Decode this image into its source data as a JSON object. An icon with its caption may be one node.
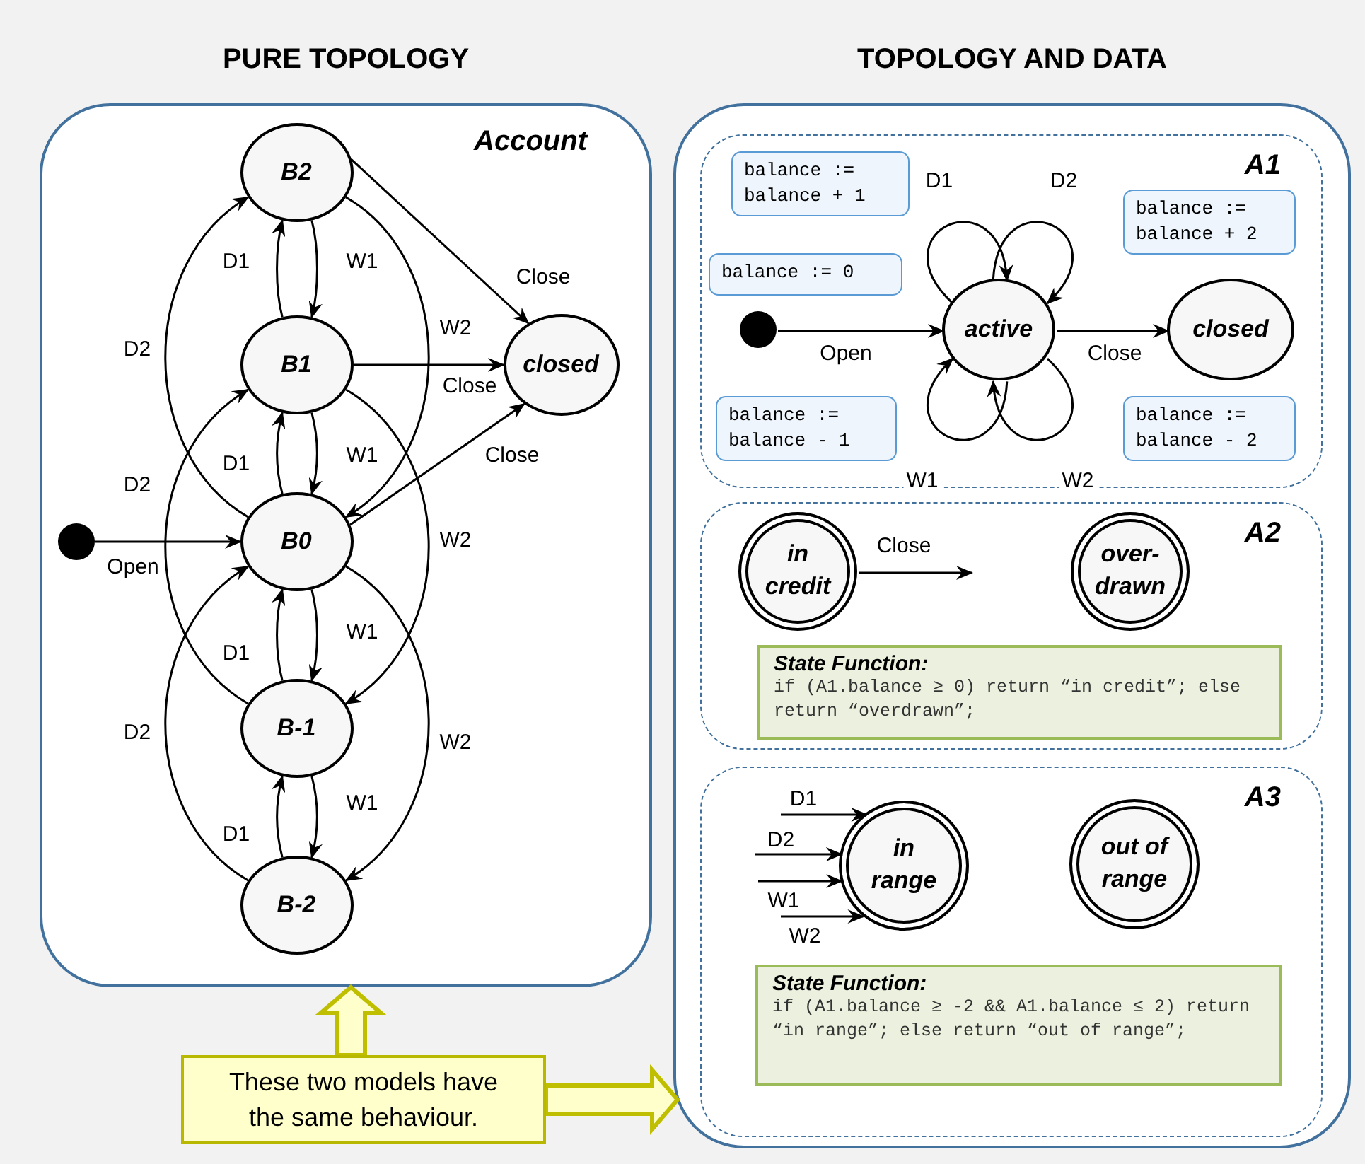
{
  "diagram": {
    "nodes": [
      {
        "text": [
          "PURE TOPOLOGY",
          "Account"
        ]
      },
      {
        "text": [],
        "shape": "circle",
        "in": 0
      },
      {
        "text": [
          "B2"
        ],
        "in": 0
      },
      {
        "text": [
          "B1"
        ],
        "in": 0
      },
      {
        "text": [
          "B0"
        ],
        "in": 0
      },
      {
        "text": [
          "B-1"
        ],
        "in": 0
      },
      {
        "text": [
          "B-2"
        ],
        "in": 0
      },
      {
        "text": [
          "closed"
        ],
        "in": 0
      },
      {
        "text": [
          "TOPOLOGY AND DATA"
        ]
      },
      {
        "text": [
          "A1"
        ],
        "in": 8
      },
      {
        "text": [],
        "shape": "circle",
        "in": 9
      },
      {
        "text": [
          "active"
        ],
        "in": 9
      },
      {
        "text": [
          "closed"
        ],
        "in": 9
      },
      {
        "text": [
          "balance := balance + 1"
        ],
        "in": 9
      },
      {
        "text": [
          "balance := balance + 2"
        ],
        "in": 9
      },
      {
        "text": [
          "balance := 0"
        ],
        "in": 9
      },
      {
        "text": [
          "balance := balance - 1"
        ],
        "in": 9
      },
      {
        "text": [
          "balance := balance - 2"
        ],
        "in": 9
      },
      {
        "text": [
          "A2"
        ],
        "in": 8
      },
      {
        "text": [
          "in credit"
        ],
        "in": 18
      },
      {
        "text": [
          "over- drawn"
        ],
        "in": 18
      },
      {
        "text": [
          "State Function:",
          "if (A1.balance ≥ 0) return “in credit”; else return “overdrawn”;"
        ],
        "in": 18
      },
      {
        "text": [
          "A3"
        ],
        "in": 8
      },
      {
        "text": [
          "in range"
        ],
        "in": 22
      },
      {
        "text": [
          "out of range"
        ],
        "in": 22
      },
      {
        "text": [
          "State Function:",
          "if (A1.balance ≥ -2 && A1.balance ≤ 2) return “in range”; else return “out of range”;"
        ],
        "in": 22
      },
      {
        "text": [
          "These two models have the same behaviour."
        ]
      }
    ],
    "edges": [
      {
        "from": 1,
        "to": 4,
        "arrow": "to",
        "label": "Open"
      },
      {
        "from": 3,
        "to": 2,
        "arrow": "to",
        "label": "D1"
      },
      {
        "from": 2,
        "to": 3,
        "arrow": "to",
        "label": "W1"
      },
      {
        "from": 4,
        "to": 2,
        "arrow": "to",
        "label": "D2"
      },
      {
        "from": 2,
        "to": 4,
        "arrow": "to",
        "label": "W2"
      },
      {
        "from": 2,
        "to": 7,
        "arrow": "to",
        "label": "Close"
      },
      {
        "from": 3,
        "to": 7,
        "arrow": "to",
        "label": "Close"
      },
      {
        "from": 4,
        "to": 3,
        "arrow": "to",
        "label": "D1"
      },
      {
        "from": 3,
        "to": 4,
        "arrow": "to",
        "label": "W1"
      },
      {
        "from": 5,
        "to": 3,
        "arrow": "to",
        "label": "D2"
      },
      {
        "from": 3,
        "to": 5,
        "arrow": "to",
        "label": "W2"
      },
      {
        "from": 4,
        "to": 7,
        "arrow": "to",
        "label": "Close"
      },
      {
        "from": 5,
        "to": 4,
        "arrow": "to",
        "label": "D1"
      },
      {
        "from": 4,
        "to": 5,
        "arrow": "to",
        "label": "W1"
      },
      {
        "from": 6,
        "to": 4,
        "arrow": "to",
        "label": "D2"
      },
      {
        "from": 4,
        "to": 6,
        "arrow": "to",
        "label": "W2"
      },
      {
        "from": 6,
        "to": 5,
        "arrow": "to",
        "label": "D1"
      },
      {
        "from": 5,
        "to": 6,
        "arrow": "to",
        "label": "W1"
      },
      {
        "from": 10,
        "to": 11,
        "arrow": "to",
        "label": "Open"
      },
      {
        "from": 11,
        "to": 11,
        "arrow": "to",
        "label": "D1"
      },
      {
        "from": 11,
        "to": 11,
        "arrow": "to",
        "label": "D2"
      },
      {
        "from": 11,
        "to": 11,
        "arrow": "to",
        "label": "W1"
      },
      {
        "from": 11,
        "to": 11,
        "arrow": "to",
        "label": "W2"
      },
      {
        "from": 11,
        "to": 12,
        "arrow": "to",
        "label": "Close"
      },
      {
        "from": 19,
        "to": null,
        "arrow": "to",
        "label": "Close"
      },
      {
        "from": null,
        "to": 23,
        "arrow": "to",
        "label": "D1"
      },
      {
        "from": null,
        "to": 23,
        "arrow": "to",
        "label": "D2"
      },
      {
        "from": null,
        "to": 23,
        "arrow": "to",
        "label": "W1"
      },
      {
        "from": null,
        "to": 23,
        "arrow": "to",
        "label": "W2"
      },
      {
        "from": 26,
        "to": 0,
        "arrow": "to",
        "style": "thick",
        "color": "#bfbf00"
      },
      {
        "from": 26,
        "to": 8,
        "arrow": "to",
        "style": "thick",
        "color": "#bfbf00"
      }
    ]
  }
}
